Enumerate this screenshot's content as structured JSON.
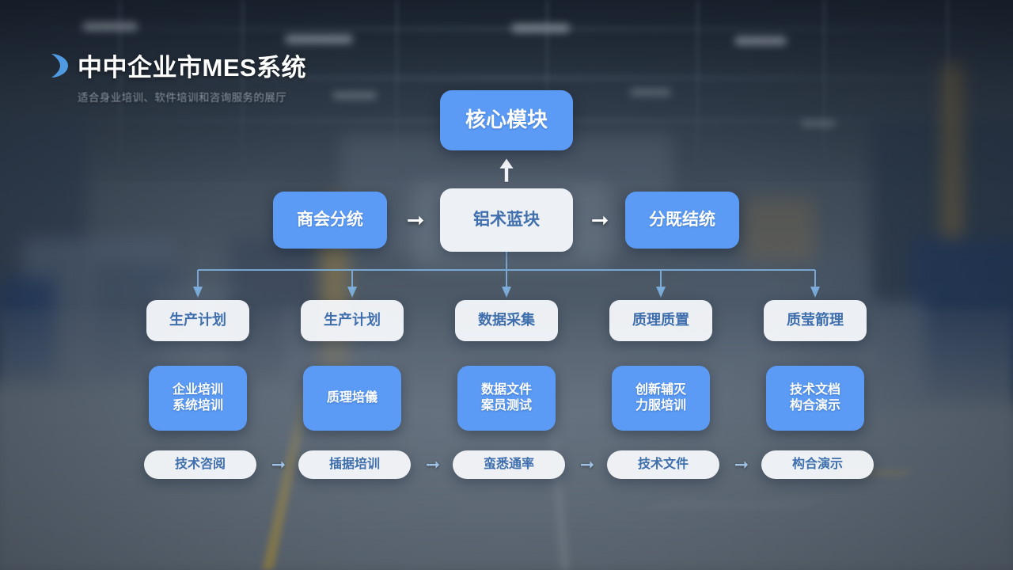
{
  "header": {
    "logo_icon": "chevron-logo-icon",
    "title": "中中企业市MES系统",
    "subtitle": "适合身业培训、软件培训和咨询服务的展厅"
  },
  "colors": {
    "accent_blue": "#5b9bf5",
    "node_white": "#f6f9fc",
    "white_node_text": "#3f6fad",
    "connector_blue": "#7db0de"
  },
  "diagram": {
    "core": {
      "label": "核心模块"
    },
    "up_arrow_icon": "arrow-up-icon",
    "tier2": {
      "left": {
        "label": "商会分统"
      },
      "center": {
        "label": "铝术蓝块"
      },
      "right": {
        "label": "分既结统"
      },
      "arrow_1_icon": "arrow-right-icon",
      "arrow_2_icon": "arrow-right-icon"
    },
    "tier3": [
      {
        "label": "生产计划"
      },
      {
        "label": "生产计划"
      },
      {
        "label": "数据采集"
      },
      {
        "label": "质理质置"
      },
      {
        "label": "质莹箭理"
      }
    ],
    "tier4": [
      {
        "line1": "企业培训",
        "line2": "系统培训"
      },
      {
        "line1": "质理培儀",
        "line2": ""
      },
      {
        "line1": "数据文件",
        "line2": "案员测试"
      },
      {
        "line1": "创新辅灭",
        "line2": "力服培训"
      },
      {
        "line1": "技术文档",
        "line2": "构合演示"
      }
    ],
    "tier5": {
      "items": [
        {
          "label": "技术咨阅"
        },
        {
          "label": "插据培训"
        },
        {
          "label": "蛮悉通率"
        },
        {
          "label": "技术文件"
        },
        {
          "label": "构合演示"
        }
      ],
      "arrow_icon": "arrow-right-icon"
    }
  }
}
